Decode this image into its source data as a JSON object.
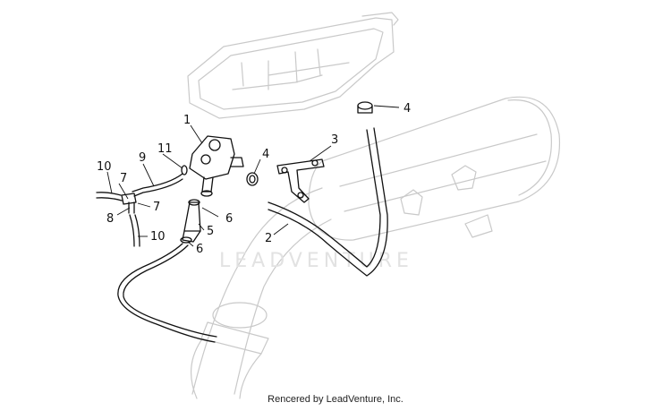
{
  "watermark": "LEADVENTURE",
  "credit": "Rencered by LeadVenture, Inc.",
  "callouts": {
    "c1": "1",
    "c2": "2",
    "c3": "3",
    "c4a": "4",
    "c4b": "4",
    "c5": "5",
    "c6a": "6",
    "c6b": "6",
    "c7a": "7",
    "c7b": "7",
    "c8": "8",
    "c9": "9",
    "c10a": "10",
    "c10b": "10",
    "c11": "11"
  }
}
